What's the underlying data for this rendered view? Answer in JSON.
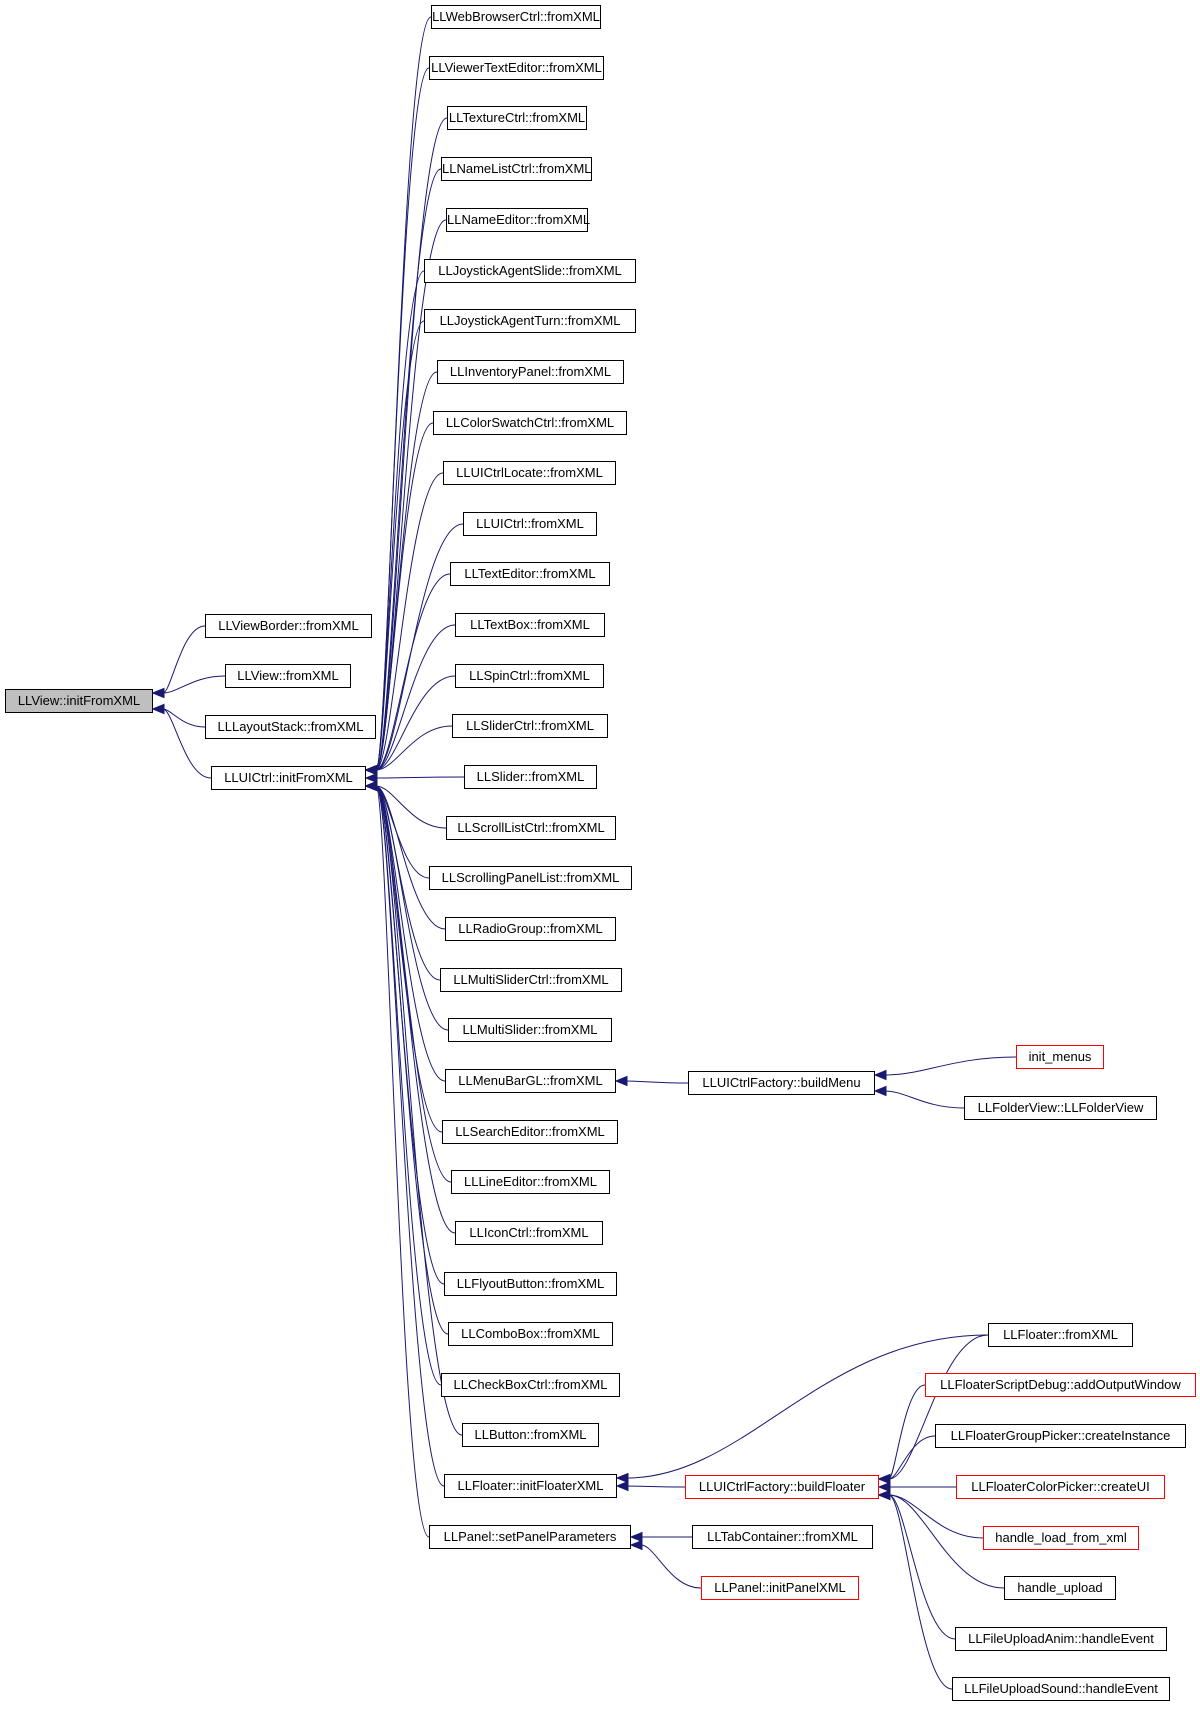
{
  "diagram": {
    "nodes": {
      "initFromXML": {
        "label": "LLView::initFromXML",
        "root": true
      },
      "viewBorder": {
        "label": "LLViewBorder::fromXML"
      },
      "view": {
        "label": "LLView::fromXML"
      },
      "layoutStack": {
        "label": "LLLayoutStack::fromXML"
      },
      "uictrlInit": {
        "label": "LLUICtrl::initFromXML"
      },
      "webBrowser": {
        "label": "LLWebBrowserCtrl::fromXML"
      },
      "viewerText": {
        "label": "LLViewerTextEditor::fromXML"
      },
      "textureCtrl": {
        "label": "LLTextureCtrl::fromXML"
      },
      "nameList": {
        "label": "LLNameListCtrl::fromXML"
      },
      "nameEditor": {
        "label": "LLNameEditor::fromXML"
      },
      "joySlide": {
        "label": "LLJoystickAgentSlide::fromXML"
      },
      "joyTurn": {
        "label": "LLJoystickAgentTurn::fromXML"
      },
      "invPanel": {
        "label": "LLInventoryPanel::fromXML"
      },
      "colorSwatch": {
        "label": "LLColorSwatchCtrl::fromXML"
      },
      "uiLocate": {
        "label": "LLUICtrlLocate::fromXML"
      },
      "uictrl": {
        "label": "LLUICtrl::fromXML"
      },
      "textEditor": {
        "label": "LLTextEditor::fromXML"
      },
      "textBox": {
        "label": "LLTextBox::fromXML"
      },
      "spinCtrl": {
        "label": "LLSpinCtrl::fromXML"
      },
      "sliderCtrl": {
        "label": "LLSliderCtrl::fromXML"
      },
      "slider": {
        "label": "LLSlider::fromXML"
      },
      "scrollList": {
        "label": "LLScrollListCtrl::fromXML"
      },
      "scrollPanel": {
        "label": "LLScrollingPanelList::fromXML"
      },
      "radioGroup": {
        "label": "LLRadioGroup::fromXML"
      },
      "multiSliderCtrl": {
        "label": "LLMultiSliderCtrl::fromXML"
      },
      "multiSlider": {
        "label": "LLMultiSlider::fromXML"
      },
      "menuBar": {
        "label": "LLMenuBarGL::fromXML"
      },
      "searchEditor": {
        "label": "LLSearchEditor::fromXML"
      },
      "lineEditor": {
        "label": "LLLineEditor::fromXML"
      },
      "iconCtrl": {
        "label": "LLIconCtrl::fromXML"
      },
      "flyout": {
        "label": "LLFlyoutButton::fromXML"
      },
      "comboBox": {
        "label": "LLComboBox::fromXML"
      },
      "checkBox": {
        "label": "LLCheckBoxCtrl::fromXML"
      },
      "button": {
        "label": "LLButton::fromXML"
      },
      "floaterInit": {
        "label": "LLFloater::initFloaterXML"
      },
      "panelSet": {
        "label": "LLPanel::setPanelParameters"
      },
      "buildMenu": {
        "label": "LLUICtrlFactory::buildMenu"
      },
      "initMenus": {
        "label": "init_menus",
        "red": true
      },
      "folderView": {
        "label": "LLFolderView::LLFolderView"
      },
      "buildFloater": {
        "label": "LLUICtrlFactory::buildFloater",
        "red": true
      },
      "tabContainer": {
        "label": "LLTabContainer::fromXML"
      },
      "panelInit": {
        "label": "LLPanel::initPanelXML",
        "red": true
      },
      "floaterFrom": {
        "label": "LLFloater::fromXML"
      },
      "scriptDebug": {
        "label": "LLFloaterScriptDebug::addOutputWindow",
        "red": true
      },
      "groupPicker": {
        "label": "LLFloaterGroupPicker::createInstance"
      },
      "colorPicker": {
        "label": "LLFloaterColorPicker::createUI",
        "red": true
      },
      "handleLoad": {
        "label": "handle_load_from_xml",
        "red": true
      },
      "handleUpload": {
        "label": "handle_upload"
      },
      "uploadAnim": {
        "label": "LLFileUploadAnim::handleEvent"
      },
      "uploadSound": {
        "label": "LLFileUploadSound::handleEvent"
      }
    },
    "edges": [
      [
        "viewBorder",
        "initFromXML"
      ],
      [
        "view",
        "initFromXML"
      ],
      [
        "layoutStack",
        "initFromXML"
      ],
      [
        "uictrlInit",
        "initFromXML"
      ],
      [
        "webBrowser",
        "uictrlInit"
      ],
      [
        "viewerText",
        "uictrlInit"
      ],
      [
        "textureCtrl",
        "uictrlInit"
      ],
      [
        "nameList",
        "uictrlInit"
      ],
      [
        "nameEditor",
        "uictrlInit"
      ],
      [
        "joySlide",
        "uictrlInit"
      ],
      [
        "joyTurn",
        "uictrlInit"
      ],
      [
        "invPanel",
        "uictrlInit"
      ],
      [
        "colorSwatch",
        "uictrlInit"
      ],
      [
        "uiLocate",
        "uictrlInit"
      ],
      [
        "uictrl",
        "uictrlInit"
      ],
      [
        "textEditor",
        "uictrlInit"
      ],
      [
        "textBox",
        "uictrlInit"
      ],
      [
        "spinCtrl",
        "uictrlInit"
      ],
      [
        "sliderCtrl",
        "uictrlInit"
      ],
      [
        "slider",
        "uictrlInit"
      ],
      [
        "scrollList",
        "uictrlInit"
      ],
      [
        "scrollPanel",
        "uictrlInit"
      ],
      [
        "radioGroup",
        "uictrlInit"
      ],
      [
        "multiSliderCtrl",
        "uictrlInit"
      ],
      [
        "multiSlider",
        "uictrlInit"
      ],
      [
        "menuBar",
        "uictrlInit"
      ],
      [
        "searchEditor",
        "uictrlInit"
      ],
      [
        "lineEditor",
        "uictrlInit"
      ],
      [
        "iconCtrl",
        "uictrlInit"
      ],
      [
        "flyout",
        "uictrlInit"
      ],
      [
        "comboBox",
        "uictrlInit"
      ],
      [
        "checkBox",
        "uictrlInit"
      ],
      [
        "button",
        "uictrlInit"
      ],
      [
        "floaterInit",
        "uictrlInit"
      ],
      [
        "panelSet",
        "uictrlInit"
      ],
      [
        "buildMenu",
        "menuBar"
      ],
      [
        "initMenus",
        "buildMenu"
      ],
      [
        "folderView",
        "buildMenu"
      ],
      [
        "buildFloater",
        "floaterInit"
      ],
      [
        "floaterFrom",
        "floaterInit"
      ],
      [
        "tabContainer",
        "panelSet"
      ],
      [
        "panelInit",
        "panelSet"
      ],
      [
        "floaterFrom",
        "buildFloater"
      ],
      [
        "scriptDebug",
        "buildFloater"
      ],
      [
        "groupPicker",
        "buildFloater"
      ],
      [
        "colorPicker",
        "buildFloater"
      ],
      [
        "handleLoad",
        "buildFloater"
      ],
      [
        "handleUpload",
        "buildFloater"
      ],
      [
        "uploadAnim",
        "buildFloater"
      ],
      [
        "uploadSound",
        "buildFloater"
      ]
    ]
  },
  "colors": {
    "edge": "#191970",
    "border": "#000000",
    "red_border": "#ff0000",
    "root_fill": "#bfbfbf"
  }
}
